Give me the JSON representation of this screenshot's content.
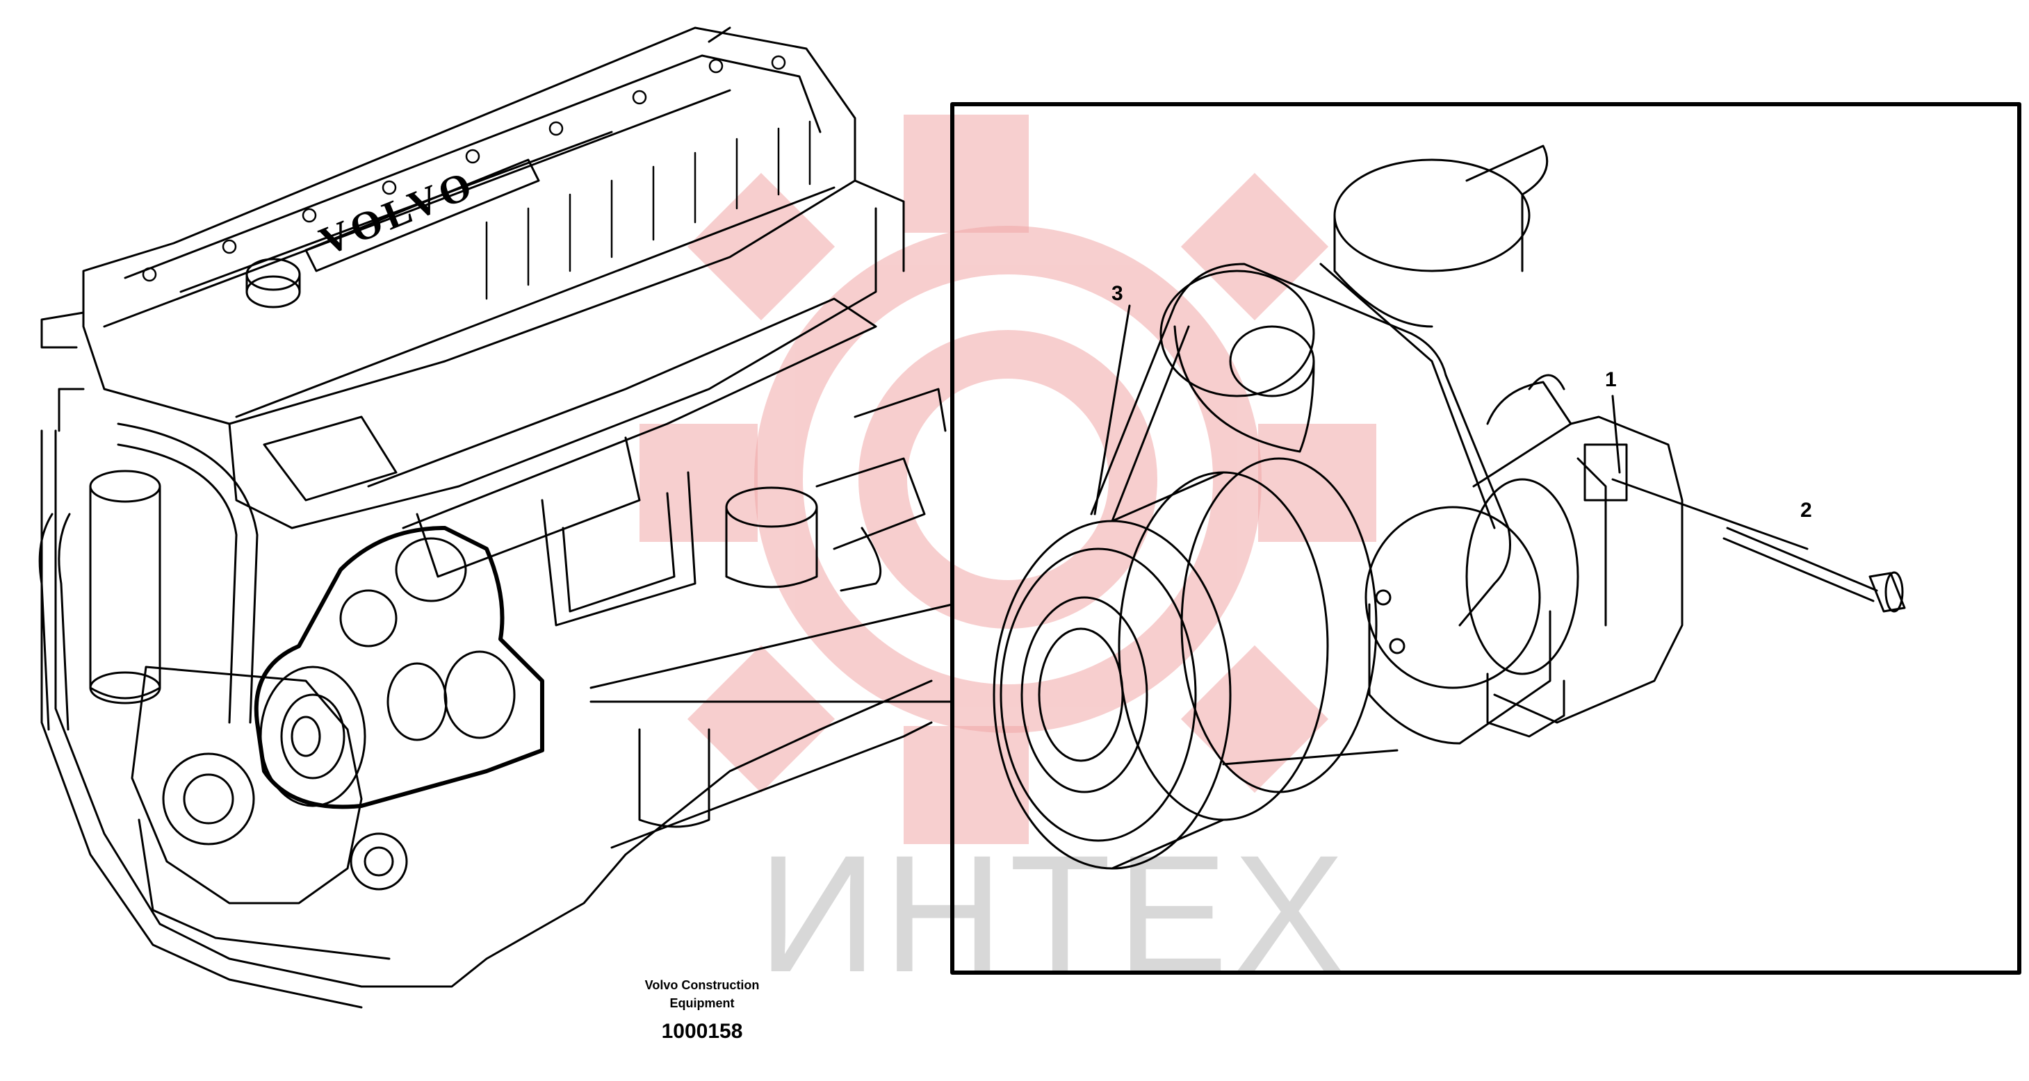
{
  "watermark": {
    "text": "ИНТЕХ",
    "gear_color": "#f4b8b8",
    "text_color": "#d8d8d8"
  },
  "engine": {
    "brand_text": "VOLVO"
  },
  "callouts": {
    "item1": "1",
    "item2": "2",
    "item3": "3"
  },
  "caption": {
    "line1": "Volvo Construction",
    "line2": "Equipment",
    "figure_number": "1000158"
  },
  "colors": {
    "line": "#000000",
    "background": "#ffffff"
  }
}
